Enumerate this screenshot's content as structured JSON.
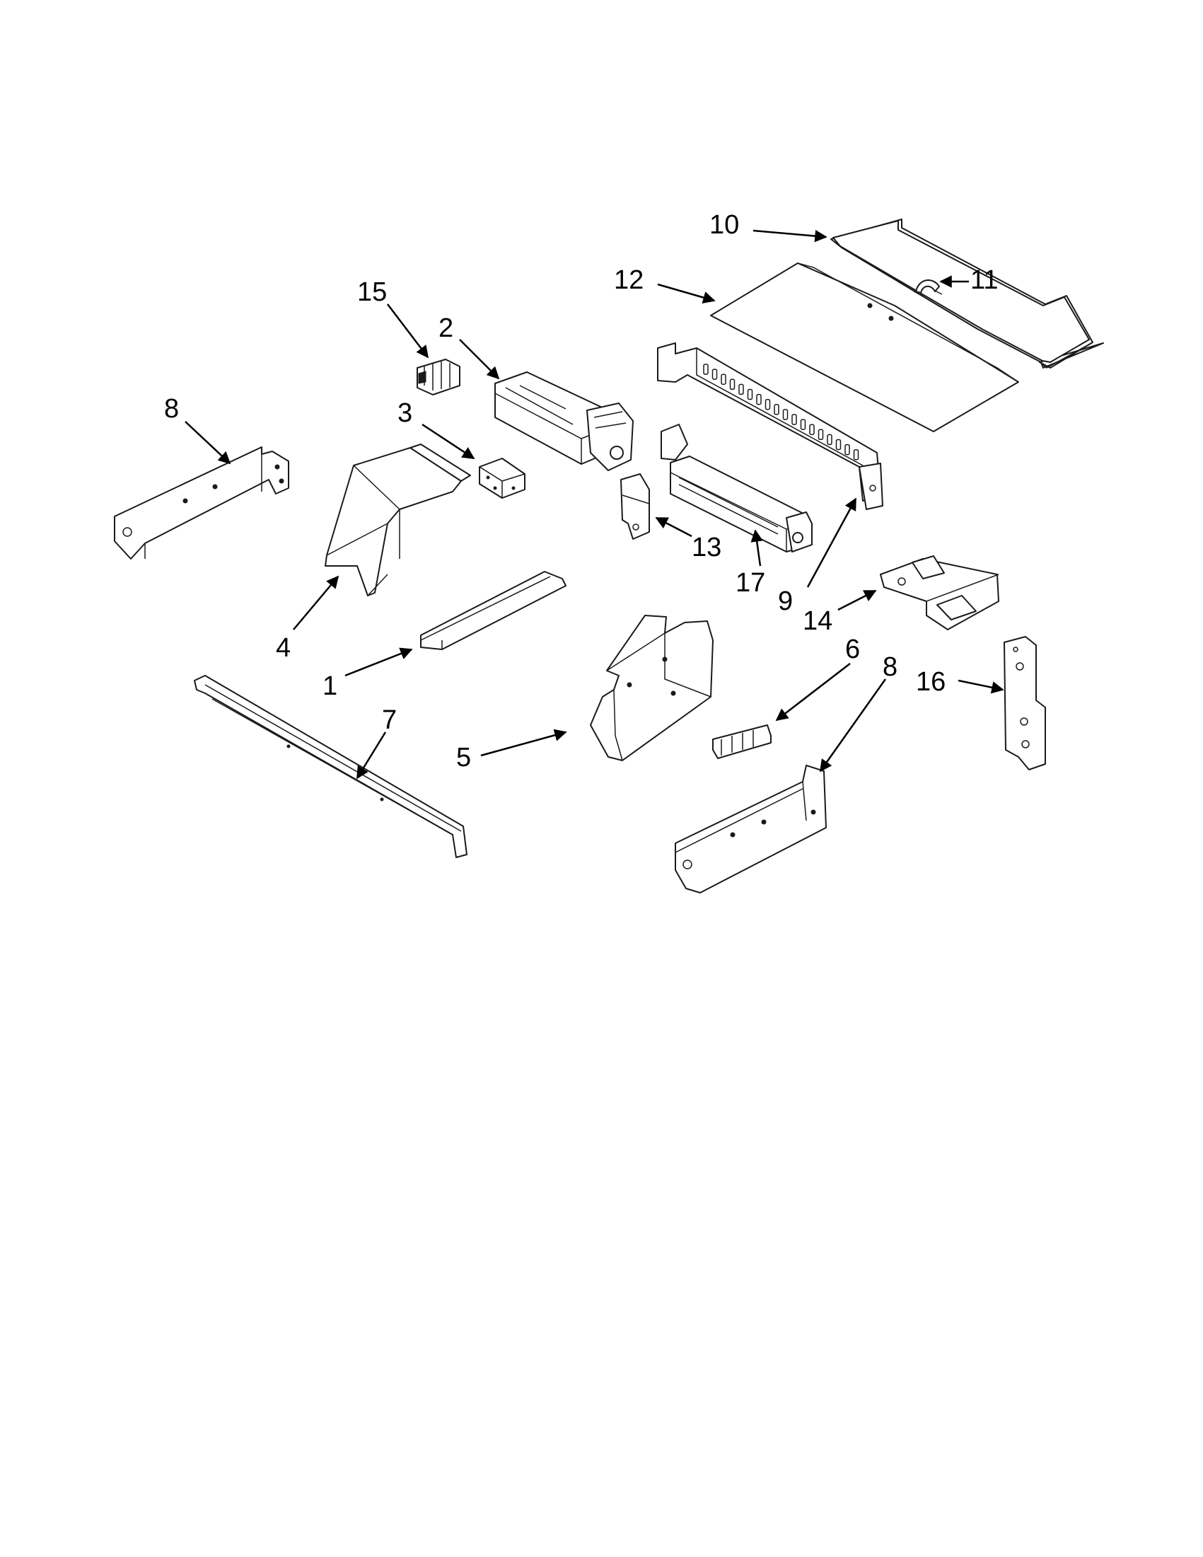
{
  "callouts": [
    {
      "id": "c10",
      "text": "10"
    },
    {
      "id": "c11",
      "text": "11"
    },
    {
      "id": "c12",
      "text": "12"
    },
    {
      "id": "c15",
      "text": "15"
    },
    {
      "id": "c2",
      "text": "2"
    },
    {
      "id": "c8a",
      "text": "8"
    },
    {
      "id": "c3",
      "text": "3"
    },
    {
      "id": "c13",
      "text": "13"
    },
    {
      "id": "c17",
      "text": "17"
    },
    {
      "id": "c9",
      "text": "9"
    },
    {
      "id": "c14",
      "text": "14"
    },
    {
      "id": "c4",
      "text": "4"
    },
    {
      "id": "c6",
      "text": "6"
    },
    {
      "id": "c8b",
      "text": "8"
    },
    {
      "id": "c16",
      "text": "16"
    },
    {
      "id": "c1",
      "text": "1"
    },
    {
      "id": "c7",
      "text": "7"
    },
    {
      "id": "c5",
      "text": "5"
    }
  ]
}
